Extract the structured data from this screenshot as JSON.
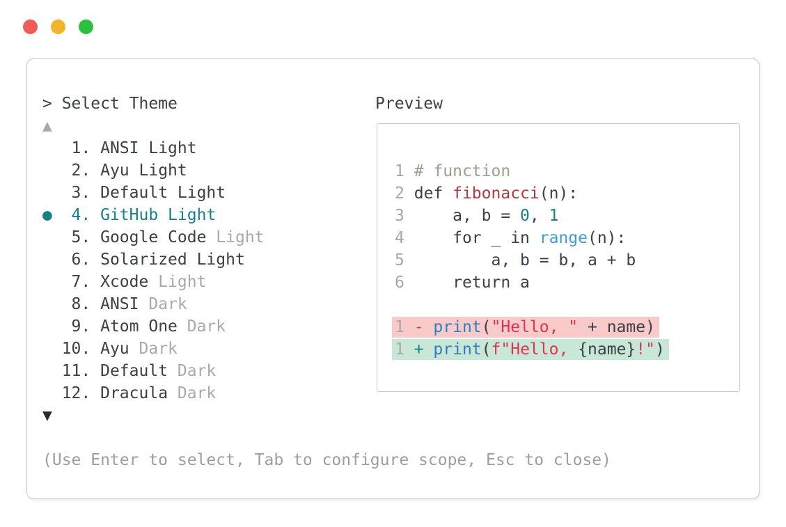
{
  "window_controls": {
    "close_color": "#f15c55",
    "minimize_color": "#f2b42d",
    "zoom_color": "#2cc041"
  },
  "palette": {
    "text": "#3a4047",
    "muted": "#a9a9a9",
    "hint": "#9e9e9e",
    "teal": "#17808b",
    "ln": "#a8a8a8",
    "comment": "#9aa091",
    "func": "#ab3b40",
    "num": "#17808a",
    "builtin": "#3f9dd4",
    "print": "#2e7fc0",
    "string": "#e13351",
    "minus": "#d4474f",
    "plus": "#1d8577",
    "removed_bg": "#f8caca",
    "added_bg": "#c9e7d6",
    "border": "#c9c9c9",
    "preview_border": "#cbcbcb",
    "scroll_down_color": "#2b2b2b"
  },
  "picker": {
    "title": "> Select Theme",
    "scroll_up": "▲",
    "scroll_down": "▼",
    "selected_marker": "●",
    "items": [
      {
        "number": "1",
        "name": "ANSI",
        "variant": "Light",
        "variant_muted": false,
        "selected": false
      },
      {
        "number": "2",
        "name": "Ayu",
        "variant": "Light",
        "variant_muted": false,
        "selected": false
      },
      {
        "number": "3",
        "name": "Default",
        "variant": "Light",
        "variant_muted": false,
        "selected": false
      },
      {
        "number": "4",
        "name": "GitHub",
        "variant": "Light",
        "variant_muted": false,
        "selected": true
      },
      {
        "number": "5",
        "name": "Google Code",
        "variant": "Light",
        "variant_muted": true,
        "selected": false
      },
      {
        "number": "6",
        "name": "Solarized",
        "variant": "Light",
        "variant_muted": false,
        "selected": false
      },
      {
        "number": "7",
        "name": "Xcode",
        "variant": "Light",
        "variant_muted": true,
        "selected": false
      },
      {
        "number": "8",
        "name": "ANSI",
        "variant": "Dark",
        "variant_muted": true,
        "selected": false
      },
      {
        "number": "9",
        "name": "Atom One",
        "variant": "Dark",
        "variant_muted": true,
        "selected": false
      },
      {
        "number": "10",
        "name": "Ayu",
        "variant": "Dark",
        "variant_muted": true,
        "selected": false
      },
      {
        "number": "11",
        "name": "Default",
        "variant": "Dark",
        "variant_muted": true,
        "selected": false
      },
      {
        "number": "12",
        "name": "Dracula",
        "variant": "Dark",
        "variant_muted": true,
        "selected": false
      }
    ]
  },
  "preview": {
    "label": "Preview",
    "code_lines": [
      {
        "ln": "1",
        "tokens": [
          {
            "t": "# function",
            "c": "comment"
          }
        ]
      },
      {
        "ln": "2",
        "tokens": [
          {
            "t": "def ",
            "c": "text"
          },
          {
            "t": "fibonacci",
            "c": "func"
          },
          {
            "t": "(n):",
            "c": "text"
          }
        ]
      },
      {
        "ln": "3",
        "tokens": [
          {
            "t": "    a, b = ",
            "c": "text"
          },
          {
            "t": "0",
            "c": "num"
          },
          {
            "t": ", ",
            "c": "text"
          },
          {
            "t": "1",
            "c": "num"
          }
        ]
      },
      {
        "ln": "4",
        "tokens": [
          {
            "t": "    for _ in ",
            "c": "text"
          },
          {
            "t": "range",
            "c": "builtin"
          },
          {
            "t": "(n):",
            "c": "text"
          }
        ]
      },
      {
        "ln": "5",
        "tokens": [
          {
            "t": "        a, b = b, a + b",
            "c": "text"
          }
        ]
      },
      {
        "ln": "6",
        "tokens": [
          {
            "t": "    return a",
            "c": "text"
          }
        ]
      },
      {
        "blank": true
      },
      {
        "ln": "1",
        "diff": "removed",
        "tokens": [
          {
            "t": "- ",
            "c": "minus"
          },
          {
            "t": "print",
            "c": "print"
          },
          {
            "t": "(",
            "c": "text"
          },
          {
            "t": "\"Hello, \"",
            "c": "string"
          },
          {
            "t": " + name)",
            "c": "text"
          }
        ]
      },
      {
        "ln": "1",
        "diff": "added",
        "tokens": [
          {
            "t": "+ ",
            "c": "plus"
          },
          {
            "t": "print",
            "c": "print"
          },
          {
            "t": "(",
            "c": "text"
          },
          {
            "t": "f\"Hello, ",
            "c": "string"
          },
          {
            "t": "{name}",
            "c": "text"
          },
          {
            "t": "!\"",
            "c": "string"
          },
          {
            "t": ")",
            "c": "text"
          }
        ]
      }
    ]
  },
  "footer": {
    "hint": "(Use Enter to select, Tab to configure scope, Esc to close)"
  }
}
